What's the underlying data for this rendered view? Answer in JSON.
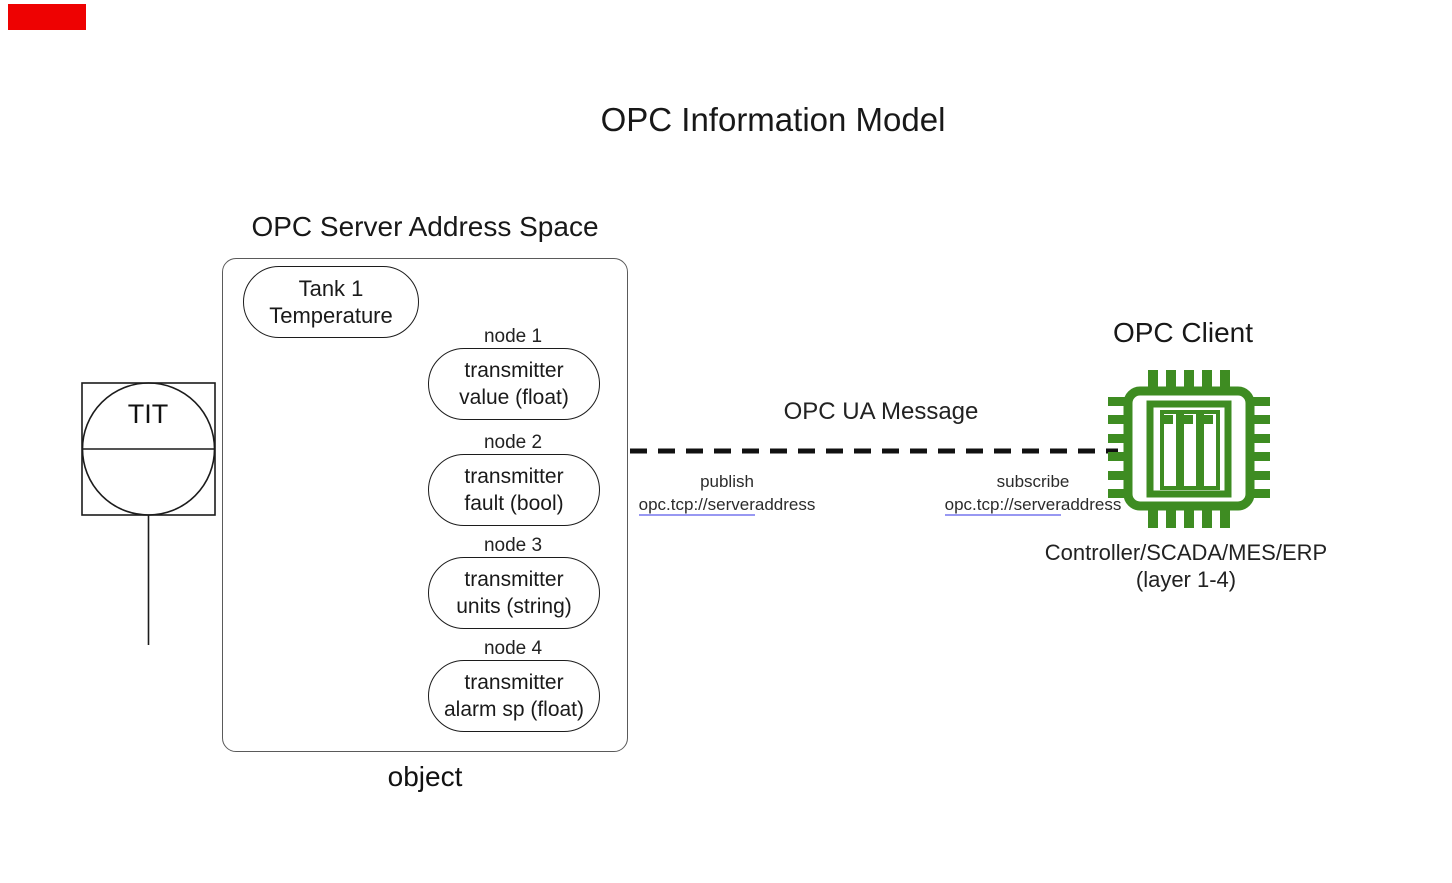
{
  "colors": {
    "marker_red": "#ee0202",
    "chip_green": "#3e8c22",
    "url_underline_blue": "#9898f2",
    "line_black": "#111111",
    "box_border_gray": "#5a5a5a"
  },
  "icons": {
    "client_icon": "microchip-icon",
    "instrument_icon": "instrument-bubble-icon"
  },
  "diagram": {
    "title": "OPC Information Model"
  },
  "instrument": {
    "tag": "TIT"
  },
  "server": {
    "heading": "OPC Server Address Space",
    "object_label": "object",
    "tank": {
      "line1": "Tank 1",
      "line2": "Temperature"
    },
    "nodes": [
      {
        "label": "node 1",
        "line1": "transmitter",
        "line2": "value (float)"
      },
      {
        "label": "node 2",
        "line1": "transmitter",
        "line2": "fault (bool)"
      },
      {
        "label": "node 3",
        "line1": "transmitter",
        "line2": "units (string)"
      },
      {
        "label": "node 4",
        "line1": "transmitter",
        "line2": "alarm sp (float)"
      }
    ]
  },
  "message": {
    "label": "OPC UA Message",
    "publish": {
      "label": "publish",
      "url_underlined": "opc.tcp://server",
      "url_rest": "address"
    },
    "subscribe": {
      "label": "subscribe",
      "url_underlined": "opc.tcp://server",
      "url_rest": "address"
    }
  },
  "client": {
    "heading": "OPC Client",
    "caption_line1": "Controller/SCADA/MES/ERP",
    "caption_line2": "(layer 1-4)"
  }
}
